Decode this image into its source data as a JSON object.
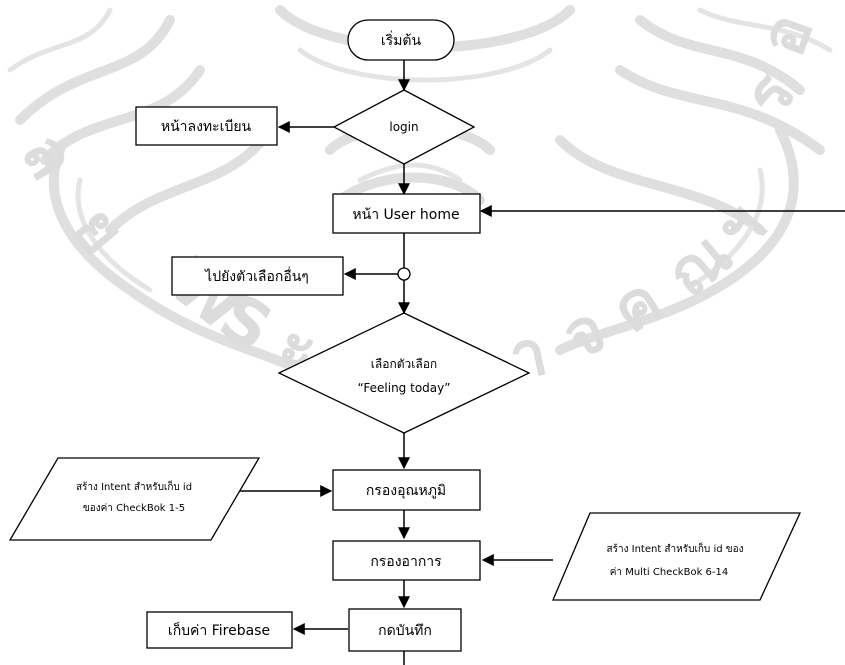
{
  "nodes": {
    "start": "เริ่มต้น",
    "login": "login",
    "register": "หน้าลงทะเบียน",
    "user_home": "หน้า User home",
    "other_options": "ไปยังตัวเลือกอื่นๆ",
    "select_option_line1": "เลือกตัวเลือก",
    "select_option_line2": "“Feeling today”",
    "temperature_filter": "กรองอุณหภูมิ",
    "symptom_filter": "กรองอาการ",
    "save_button": "กดบันทึก",
    "firebase": "เก็บค่า Firebase",
    "intent_checkbox_line1": "สร้าง Intent สำหรับเก็บ id",
    "intent_checkbox_line2": "ของค่า CheckBok 1-5",
    "intent_multi_line1": "สร้าง Intent สำหรับเก็บ id ของ",
    "intent_multi_line2": "ค่า Multi CheckBok 6-14"
  },
  "watermark": {
    "text": "จ ม ห า ล จ ค ณ"
  }
}
